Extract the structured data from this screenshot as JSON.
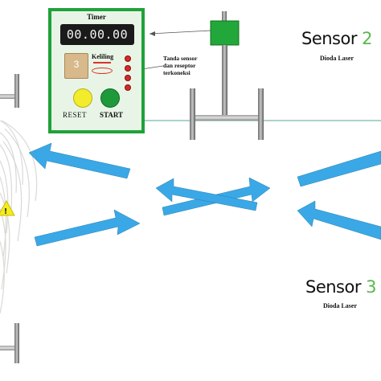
{
  "control_panel": {
    "title": "Timer",
    "time_display": "00.00.00",
    "lap_count": "3",
    "keliling_label": "Keliling",
    "reset_label": "RESET",
    "start_label": "START"
  },
  "annotation": {
    "line1": "Tanda sensor",
    "line2": "dan reseptor",
    "line3": "terkoneksi"
  },
  "sensors": [
    {
      "title_main": "Sensor ",
      "title_number": "2",
      "subtitle": "Dioda Laser"
    },
    {
      "title_main": "Sensor ",
      "title_number": "3",
      "subtitle": "Dioda Laser"
    }
  ],
  "colors": {
    "panel_border": "#1fa23a",
    "panel_bg": "#e8f5e6",
    "arrow": "#3aa8e6",
    "sensor_box": "#22a83a",
    "sensor_number": "#58b84c",
    "reset_button": "#f2ec2c",
    "start_button": "#1f9a3a",
    "led": "#d42a2a",
    "warning": "#f4ee1a"
  }
}
